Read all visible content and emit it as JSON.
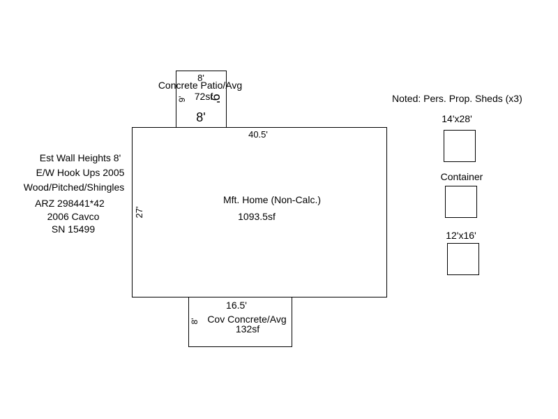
{
  "main_home": {
    "label": "Mft. Home (Non-Calc.)",
    "area": "1093.5sf",
    "width_dim": "40.5'",
    "height_dim": "27'"
  },
  "patio": {
    "label": "Concrete Patio/Avg",
    "area": "72sf",
    "top_dim": "8'",
    "bottom_dim": "8'",
    "left_dim": "9'",
    "right_dim": "9'"
  },
  "covered": {
    "label": "Cov Concrete/Avg",
    "area": "132sf",
    "top_dim": "16.5'",
    "left_dim": "8'"
  },
  "left_notes": [
    "Est Wall Heights 8'",
    "E/W Hook Ups 2005",
    "Wood/Pitched/Shingles",
    "ARZ 298441*42",
    "2006 Cavco",
    "SN 15499"
  ],
  "sheds": {
    "title": "Noted: Pers. Prop. Sheds (x3)",
    "items": [
      "14'x28'",
      "Container",
      "12'x16'"
    ]
  }
}
